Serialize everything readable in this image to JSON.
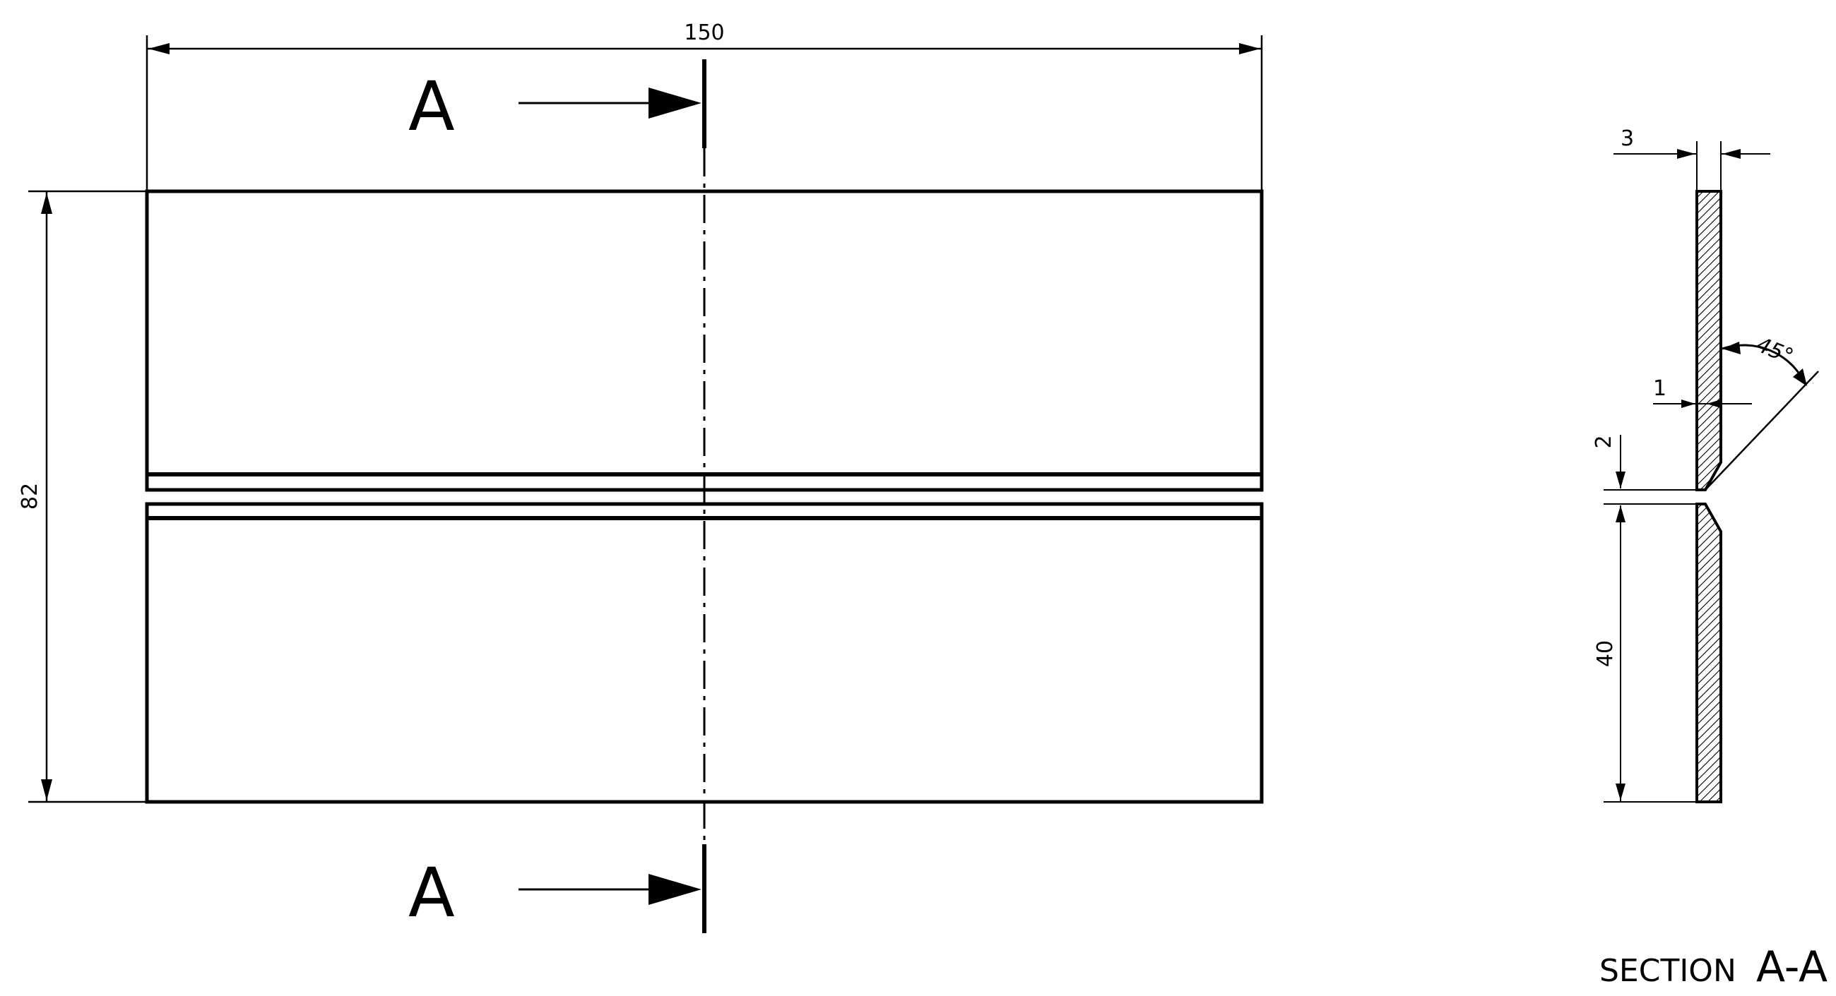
{
  "dimensions": {
    "width": "150",
    "height": "82",
    "thickness": "3",
    "root_face": "1",
    "gap": "2",
    "plate_width": "40",
    "bevel_angle": "45°"
  },
  "section_marks": {
    "top": "A",
    "bottom": "A"
  },
  "section_view": {
    "prefix": "SECTION",
    "id": "A-A"
  }
}
